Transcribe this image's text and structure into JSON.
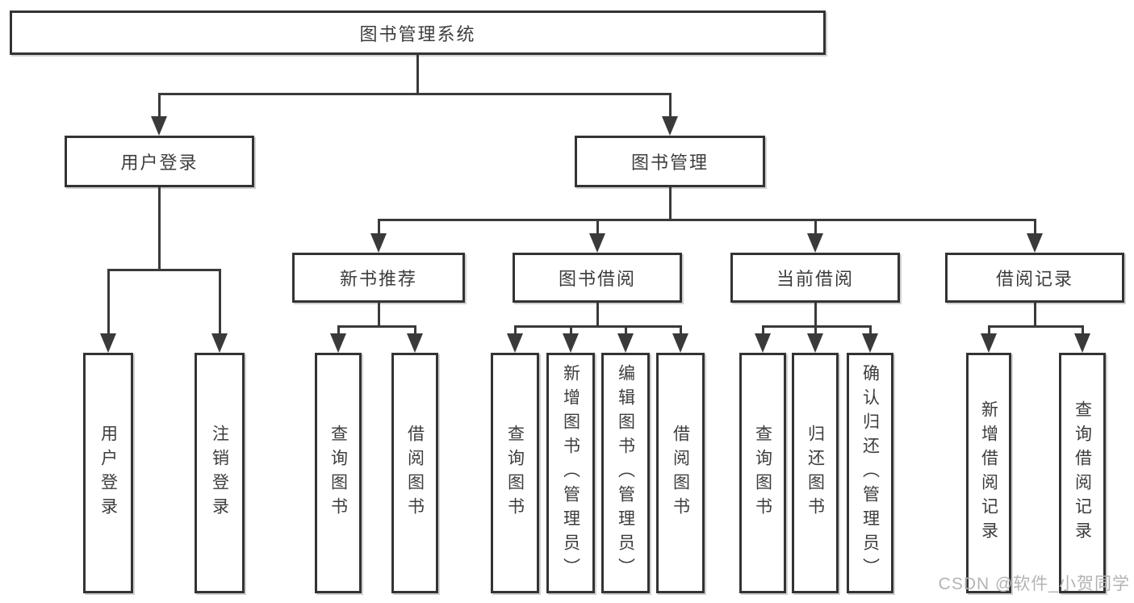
{
  "colors": {
    "line": "#3a3a3a",
    "box-border": "#333333",
    "text": "#3d3d3d",
    "watermark": "#b3b3b3",
    "background": "#ffffff"
  },
  "watermark": {
    "text": "CSDN @软件_小贺同学"
  },
  "tree": {
    "label": "图书管理系统",
    "children": [
      {
        "label": "用户登录",
        "children": [
          {
            "label": "用户登录"
          },
          {
            "label": "注销登录"
          }
        ]
      },
      {
        "label": "图书管理",
        "children": [
          {
            "label": "新书推荐",
            "children": [
              {
                "label": "查询图书"
              },
              {
                "label": "借阅图书"
              }
            ]
          },
          {
            "label": "图书借阅",
            "children": [
              {
                "label": "查询图书"
              },
              {
                "label": "新增图书（管理员）"
              },
              {
                "label": "编辑图书（管理员）"
              },
              {
                "label": "借阅图书"
              }
            ]
          },
          {
            "label": "当前借阅",
            "children": [
              {
                "label": "查询图书"
              },
              {
                "label": "归还图书"
              },
              {
                "label": "确认归还（管理员）"
              }
            ]
          },
          {
            "label": "借阅记录",
            "children": [
              {
                "label": "新增借阅记录"
              },
              {
                "label": "查询借阅记录"
              }
            ]
          }
        ]
      }
    ]
  }
}
